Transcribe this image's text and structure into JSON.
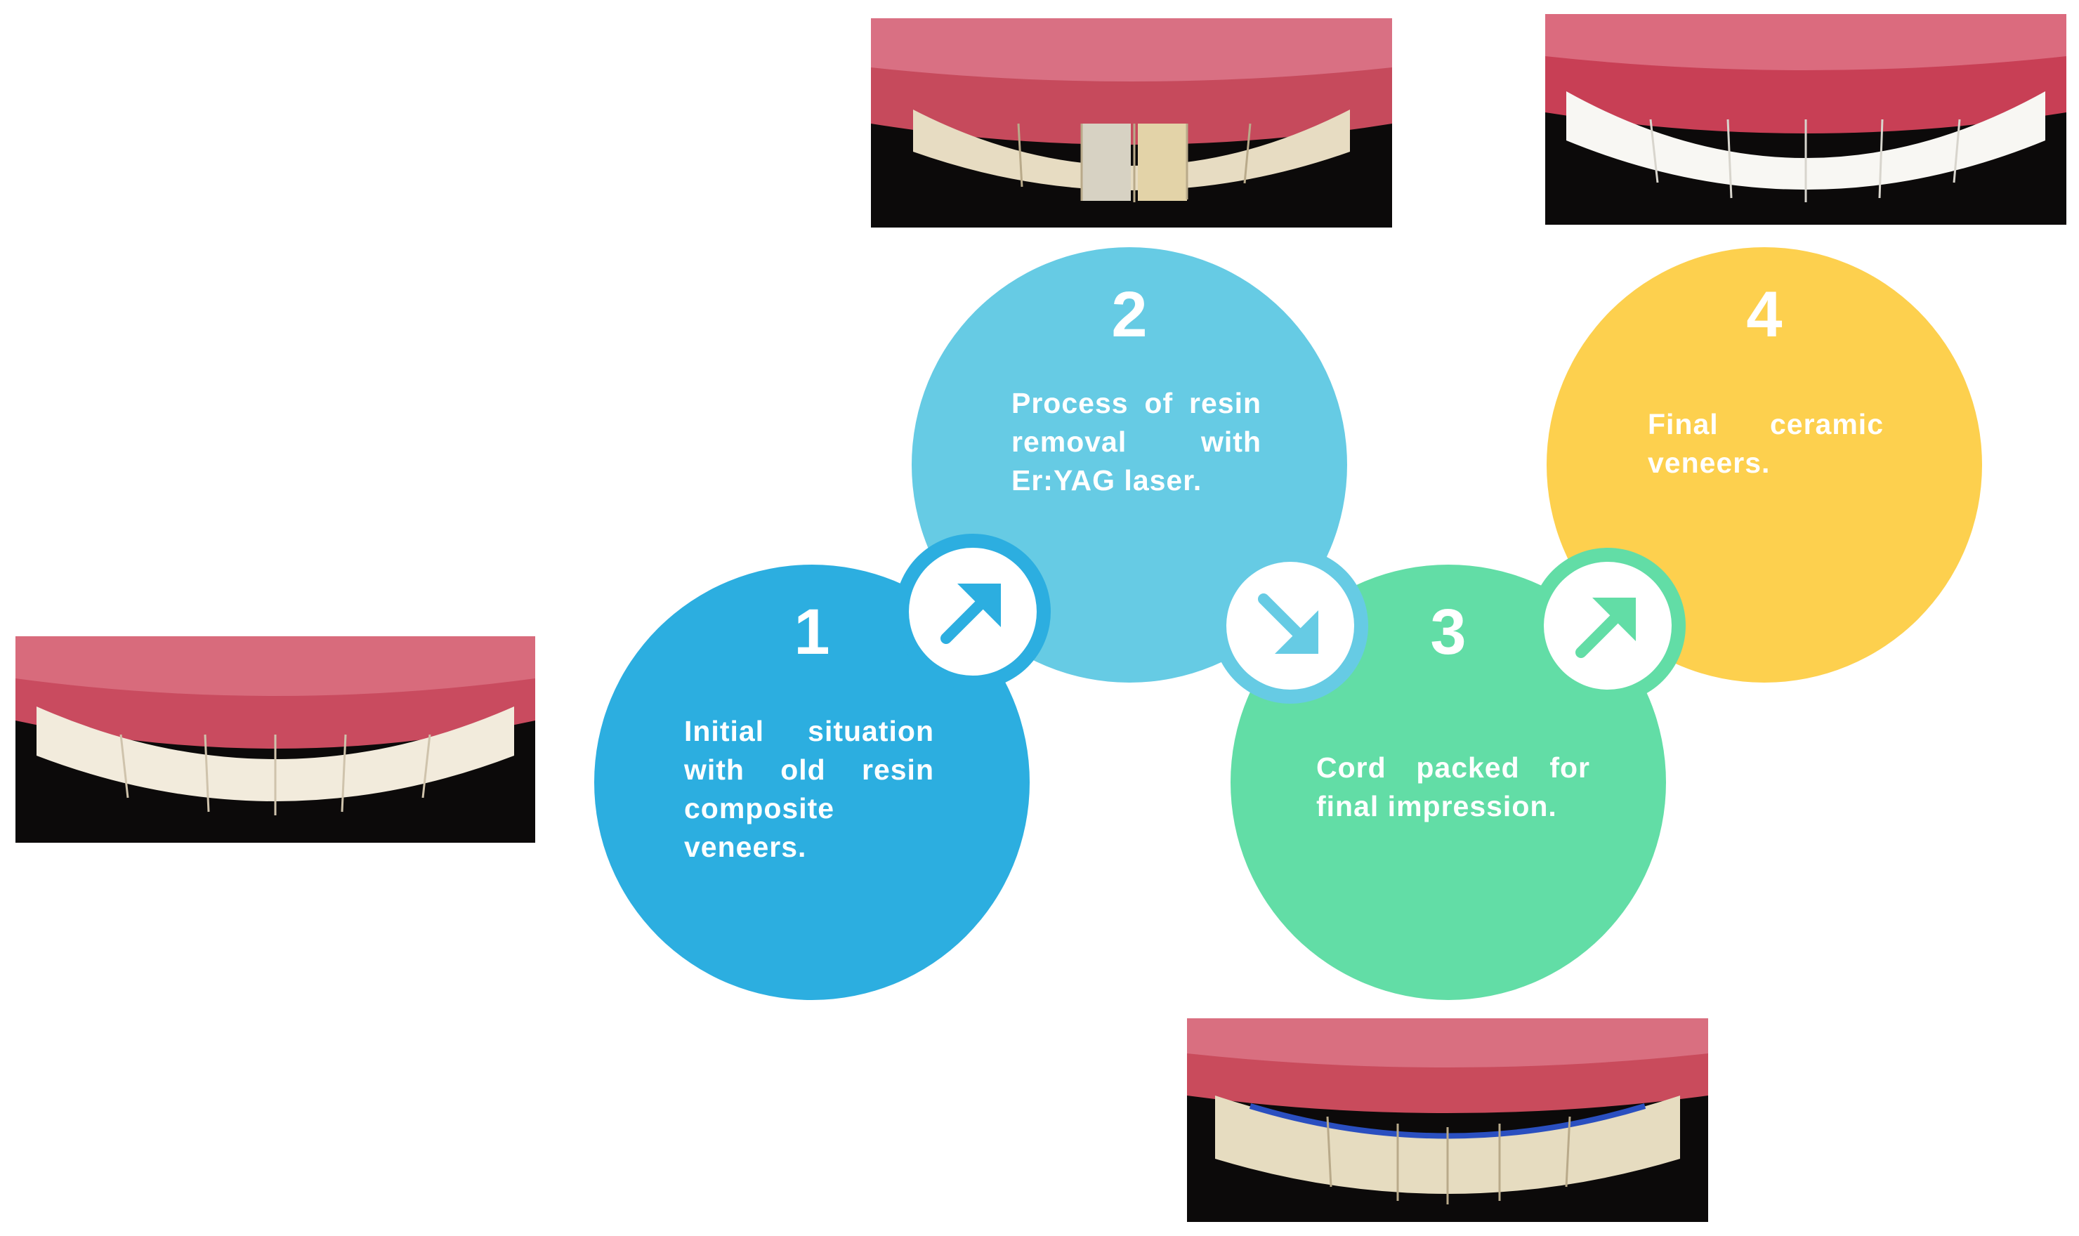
{
  "steps": [
    {
      "number": "1",
      "text": "Initial situation with old resin composite veneers.",
      "color": "#2CAEE0"
    },
    {
      "number": "2",
      "text": "Process of resin removal with Er:YAG laser.",
      "color": "#66CBE4"
    },
    {
      "number": "3",
      "text": "Cord packed for final impression.",
      "color": "#62DDA6"
    },
    {
      "number": "4",
      "text": "Final ceramic veneers.",
      "color": "#FDD04E"
    }
  ],
  "connectors": [
    {
      "icon": "arrow-up-right-icon",
      "color": "#2CAEE0"
    },
    {
      "icon": "arrow-down-right-icon",
      "color": "#66CBE4"
    },
    {
      "icon": "arrow-up-right-icon",
      "color": "#62DDA6"
    }
  ],
  "photos": [
    {
      "subject": "teeth-photo-initial"
    },
    {
      "subject": "teeth-photo-resin-removal"
    },
    {
      "subject": "teeth-photo-cord-packed"
    },
    {
      "subject": "teeth-photo-final-veneers"
    }
  ]
}
